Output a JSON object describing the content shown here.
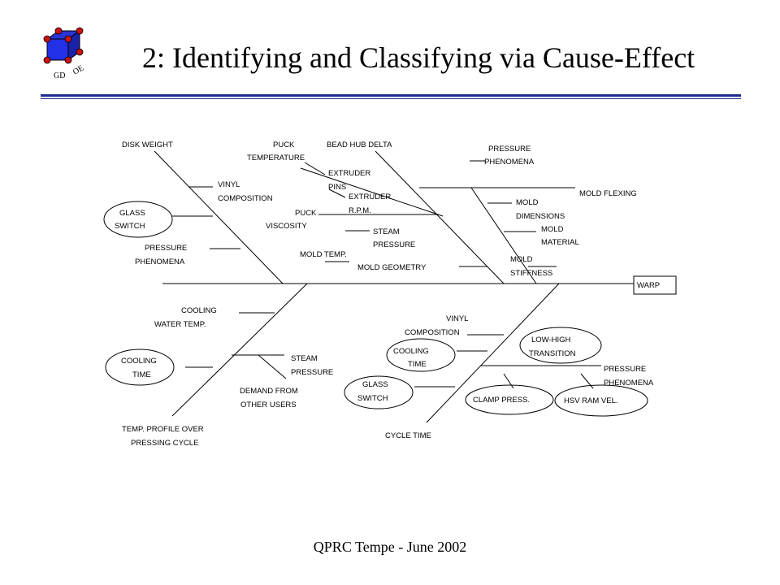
{
  "logo": {
    "text_a": "GD",
    "text_b": "OE"
  },
  "slide": {
    "title": "2:  Identifying and Classifying via Cause-Effect",
    "footer": "QPRC Tempe - June 2002"
  },
  "diagram": {
    "effect": "WARP",
    "labels": {
      "disk_weight": "DISK WEIGHT",
      "vinyl": "VINYL",
      "composition": "COMPOSITION",
      "glass": "GLASS",
      "switch": "SWITCH",
      "pressure": "PRESSURE",
      "phenomena": "PHENOMENA",
      "puck": "PUCK",
      "temperature": "TEMPERATURE",
      "extruder": "EXTRUDER",
      "pins": "PINS",
      "rpm": "R.P.M.",
      "viscosity": "VISCOSITY",
      "steam": "STEAM",
      "mold_temp": "MOLD TEMP.",
      "mold_geometry": "MOLD GEOMETRY",
      "bead_hub_delta": "BEAD HUB DELTA",
      "mold_flexing": "MOLD FLEXING",
      "mold": "MOLD",
      "dimensions": "DIMENSIONS",
      "material": "MATERIAL",
      "stiffness": "STIFFNESS",
      "cooling": "COOLING",
      "water_temp": "WATER TEMP.",
      "time": "TIME",
      "demand_from": "DEMAND FROM",
      "other_users": "OTHER USERS",
      "temp_profile_over": "TEMP. PROFILE OVER",
      "pressing_cycle": "PRESSING CYCLE",
      "low_high": "LOW-HIGH",
      "transition": "TRANSITION",
      "clamp_press": "CLAMP PRESS.",
      "hsv_ram_vel": "HSV RAM VEL.",
      "cycle_time": "CYCLE TIME"
    }
  }
}
